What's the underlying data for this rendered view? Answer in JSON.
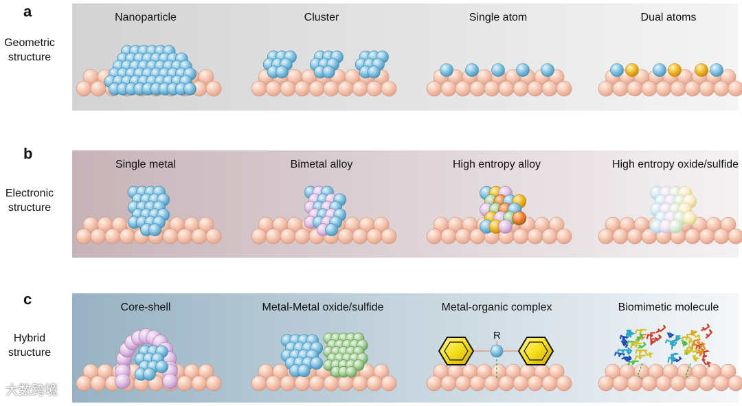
{
  "rows": [
    {
      "letter": "a",
      "side_label": [
        "Geometric",
        "structure"
      ],
      "gradient": [
        "#d3d3d3",
        "#f4f4f4"
      ],
      "columns": [
        {
          "label": "Nanoparticle",
          "art": "nanoparticle"
        },
        {
          "label": "Cluster",
          "art": "cluster"
        },
        {
          "label": "Single atom",
          "art": "single-atom"
        },
        {
          "label": "Dual atoms",
          "art": "dual-atoms"
        }
      ]
    },
    {
      "letter": "b",
      "side_label": [
        "Electronic",
        "structure"
      ],
      "gradient": [
        "#c6b3b8",
        "#f5f2f3"
      ],
      "columns": [
        {
          "label": "Single metal",
          "art": "single-metal"
        },
        {
          "label": "Bimetal alloy",
          "art": "bimetal-alloy"
        },
        {
          "label": "High entropy alloy",
          "art": "high-entropy-alloy"
        },
        {
          "label": "High entropy oxide/sulfide",
          "art": "high-entropy-oxide"
        }
      ]
    },
    {
      "letter": "c",
      "side_label": [
        "Hybrid",
        "structure"
      ],
      "gradient": [
        "#97b2c3",
        "#f5f7f9"
      ],
      "columns": [
        {
          "label": "Core-shell",
          "art": "core-shell"
        },
        {
          "label": "Metal-Metal oxide/sulfide",
          "art": "metal-oxide"
        },
        {
          "label": "Metal-organic complex",
          "art": "metal-organic",
          "substituent_label": "R"
        },
        {
          "label": "Biomimetic molecule",
          "art": "biomimetic"
        }
      ]
    }
  ],
  "colors": {
    "support": "#f6c7b2",
    "support_edge": "#c98f7b",
    "metal_blue": "#84c3e2",
    "metal_gold": "#f2bb27",
    "pink": "#e2c3e7",
    "green": "#a8d29a",
    "benzene": "#f6df1c"
  },
  "watermark": "大数跨境"
}
